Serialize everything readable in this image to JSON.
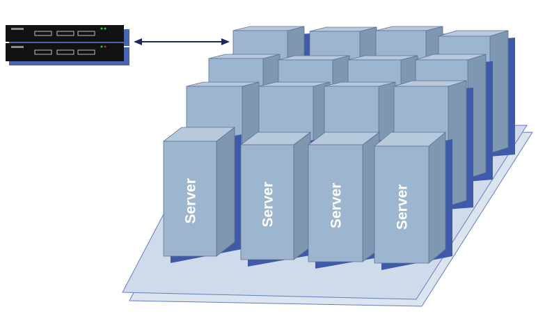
{
  "diagram": {
    "colors": {
      "server_front": "#9db6cf",
      "server_side": "#7f98b2",
      "server_top": "#b7c9dc",
      "server_shadow": "#3f5aa8",
      "server_edge": "#5b7290",
      "platform_fill": "#cfdbea",
      "platform_stroke": "#5f7fc0",
      "arrow": "#1b2a5c",
      "rack_body": "#121212",
      "rack_shadow": "#4a64b0"
    },
    "rack_units": [
      {
        "id": "rack-unit-1"
      },
      {
        "id": "rack-unit-2"
      }
    ],
    "arrow": {
      "style": "double-headed"
    },
    "servers": {
      "front_row_labels": [
        "Server",
        "Server",
        "Server",
        "Server"
      ],
      "grid": {
        "rows": 4,
        "columns": 4
      }
    }
  }
}
